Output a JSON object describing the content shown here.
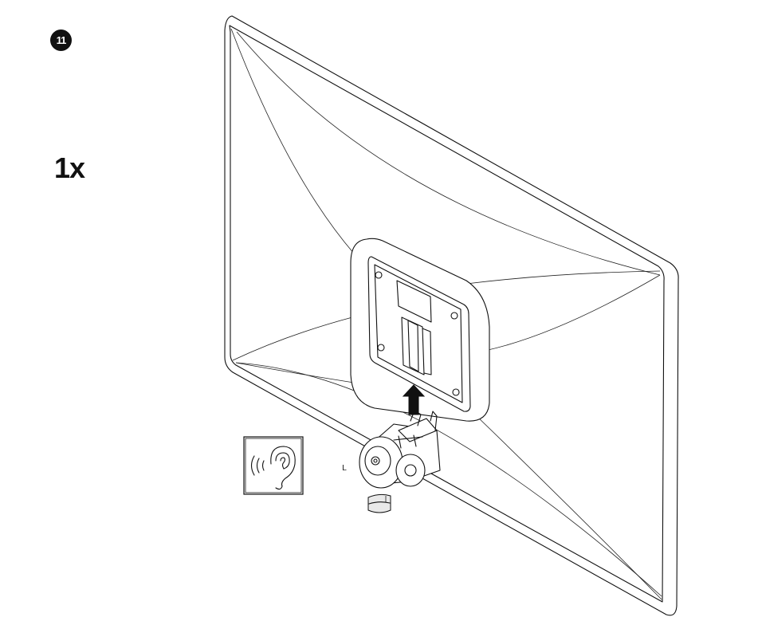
{
  "step": {
    "number": "11"
  },
  "quantity": {
    "label": "1x"
  },
  "mount_side_label": "L",
  "icons": {
    "hint": "ear-listen-icon",
    "direction": "arrow-up-icon"
  }
}
